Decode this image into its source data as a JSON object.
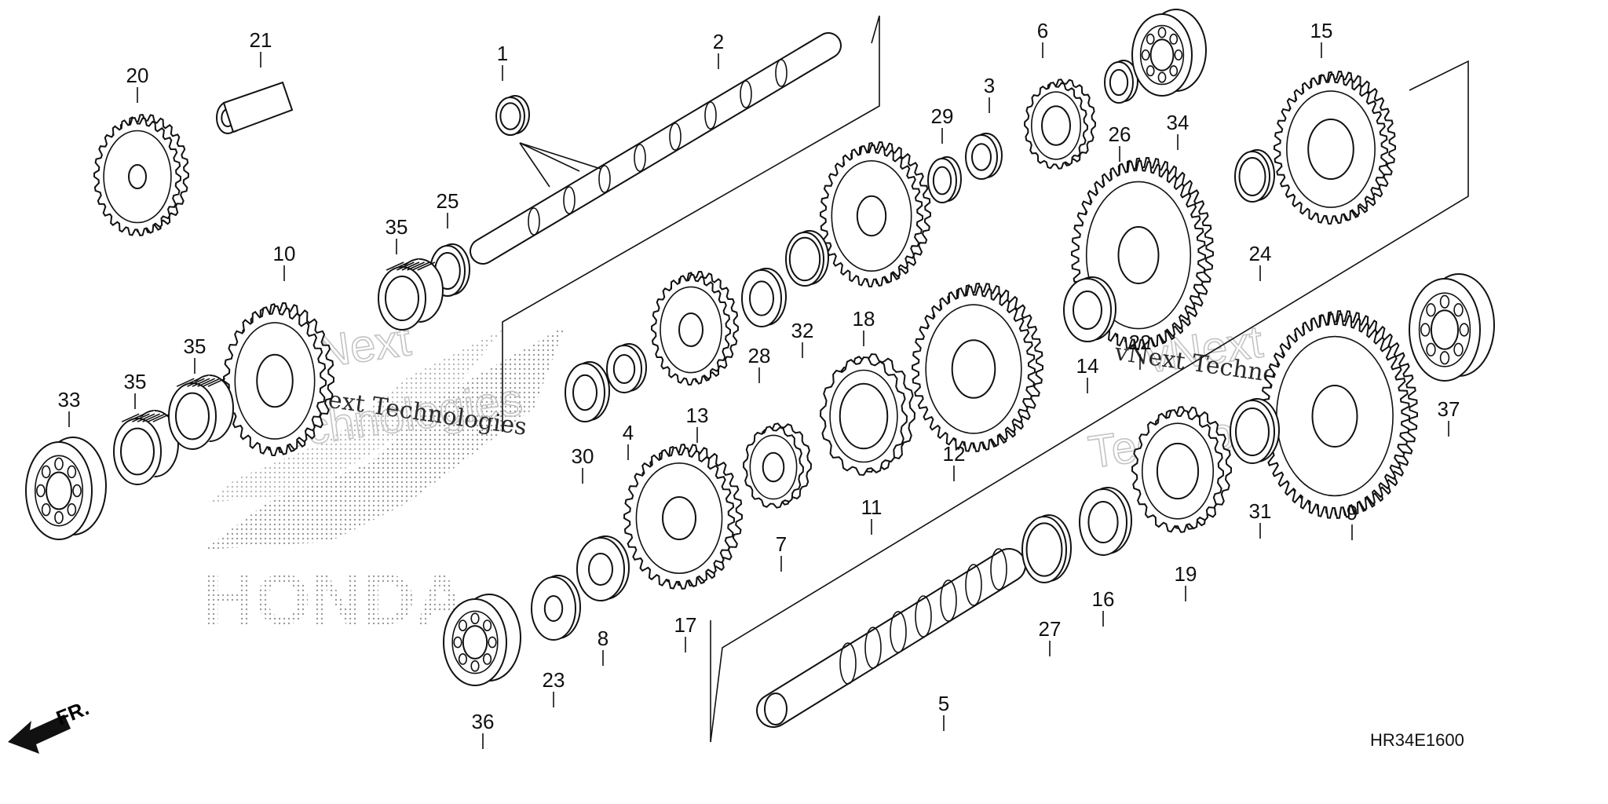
{
  "diagram_title_code": "HR34E1600",
  "front_marker": "FR.",
  "watermark": {
    "line1": "vNext",
    "line2": "Technologies",
    "caption": "vNext Technologies",
    "logo_text": "HONDA"
  },
  "callouts": [
    {
      "id": "1",
      "text": "1"
    },
    {
      "id": "2",
      "text": "2"
    },
    {
      "id": "3",
      "text": "3"
    },
    {
      "id": "4",
      "text": "4"
    },
    {
      "id": "5",
      "text": "5"
    },
    {
      "id": "6",
      "text": "6"
    },
    {
      "id": "7",
      "text": "7"
    },
    {
      "id": "8",
      "text": "8"
    },
    {
      "id": "9",
      "text": "9"
    },
    {
      "id": "10",
      "text": "10"
    },
    {
      "id": "11",
      "text": "11"
    },
    {
      "id": "12",
      "text": "12"
    },
    {
      "id": "13",
      "text": "13"
    },
    {
      "id": "14",
      "text": "14"
    },
    {
      "id": "15",
      "text": "15"
    },
    {
      "id": "16",
      "text": "16"
    },
    {
      "id": "17",
      "text": "17"
    },
    {
      "id": "18",
      "text": "18"
    },
    {
      "id": "19",
      "text": "19"
    },
    {
      "id": "20",
      "text": "20"
    },
    {
      "id": "21",
      "text": "21"
    },
    {
      "id": "22",
      "text": "22"
    },
    {
      "id": "23",
      "text": "23"
    },
    {
      "id": "24",
      "text": "24"
    },
    {
      "id": "25",
      "text": "25"
    },
    {
      "id": "26",
      "text": "26"
    },
    {
      "id": "27",
      "text": "27"
    },
    {
      "id": "28",
      "text": "28"
    },
    {
      "id": "29",
      "text": "29"
    },
    {
      "id": "30",
      "text": "30"
    },
    {
      "id": "31",
      "text": "31"
    },
    {
      "id": "32",
      "text": "32"
    },
    {
      "id": "33",
      "text": "33"
    },
    {
      "id": "34",
      "text": "34"
    },
    {
      "id": "35a",
      "text": "35"
    },
    {
      "id": "35b",
      "text": "35"
    },
    {
      "id": "35c",
      "text": "35"
    },
    {
      "id": "36",
      "text": "36"
    },
    {
      "id": "37",
      "text": "37"
    }
  ]
}
